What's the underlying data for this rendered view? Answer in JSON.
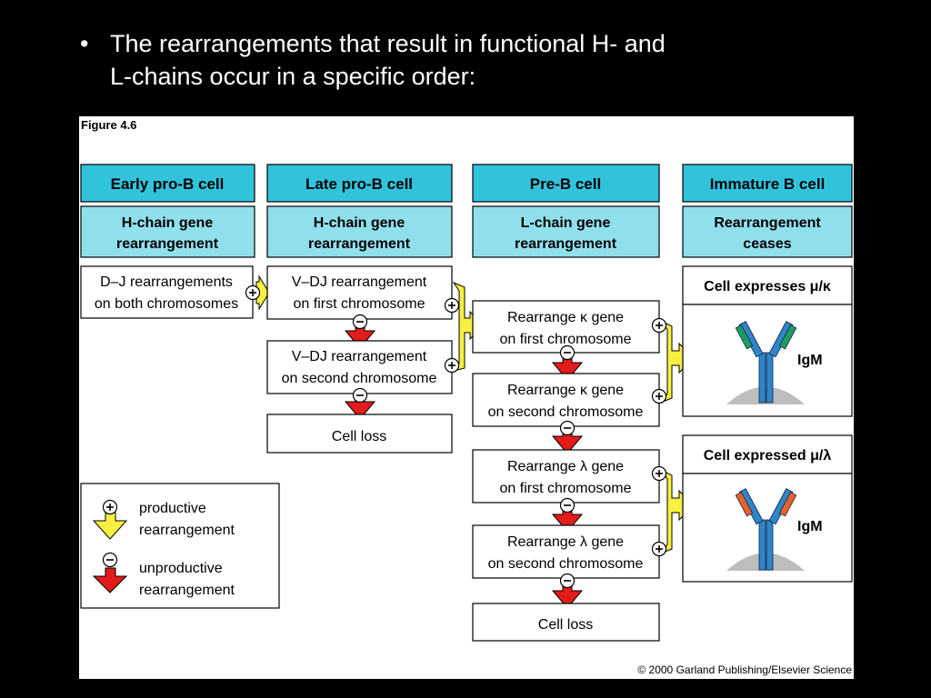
{
  "slide": {
    "bullet": "•",
    "lines": [
      "The rearrangements that result in functional H- and",
      "L-chains occur in a specific order:"
    ]
  },
  "figure": {
    "label": "Figure 4.6",
    "copyright": "© 2000 Garland Publishing/Elsevier Science",
    "columns": [
      {
        "title": "Early  pro-B  cell",
        "subtitle": [
          "H-chain gene",
          "rearrangement"
        ]
      },
      {
        "title": "Late  pro-B  cell",
        "subtitle": [
          "H-chain gene",
          "rearrangement"
        ]
      },
      {
        "title": "Pre-B cell",
        "subtitle": [
          "L-chain gene",
          "rearrangement"
        ]
      },
      {
        "title": "Immature  B  cell",
        "subtitle": [
          "Rearrangement",
          "ceases"
        ]
      }
    ],
    "steps": {
      "dj": [
        "D–J rearrangements",
        "on both chromosomes"
      ],
      "vdj1": [
        "V–DJ rearrangement",
        "on first chromosome"
      ],
      "vdj2": [
        "V–DJ rearrangement",
        "on second chromosome"
      ],
      "loss1": "Cell loss",
      "k1": [
        "Rearrange κ gene",
        "on first chromosome"
      ],
      "k2": [
        "Rearrange κ gene",
        "on second chromosome"
      ],
      "l1": [
        "Rearrange λ gene",
        "on first chromosome"
      ],
      "l2": [
        "Rearrange λ gene",
        "on second chromosome"
      ],
      "loss2": "Cell loss"
    },
    "outcomes": [
      {
        "label": "Cell expresses μ/κ",
        "antibody": "IgM",
        "light_chain_color": "#1e9b62"
      },
      {
        "label": "Cell expressed μ/λ",
        "antibody": "IgM",
        "light_chain_color": "#e8622c"
      }
    ],
    "legend": {
      "productive": [
        "productive",
        "rearrangement"
      ],
      "unproductive": [
        "unproductive",
        "rearrangement"
      ]
    },
    "symbols": {
      "plus": "+",
      "minus": "−"
    },
    "colors": {
      "header_fill": "#32c3dc",
      "subheader_fill": "#90dfec",
      "productive_arrow": "#f7f042",
      "unproductive_arrow": "#e31b1b",
      "heavy_chain": "#2f86c8",
      "membrane": "#bdbdbd"
    }
  }
}
